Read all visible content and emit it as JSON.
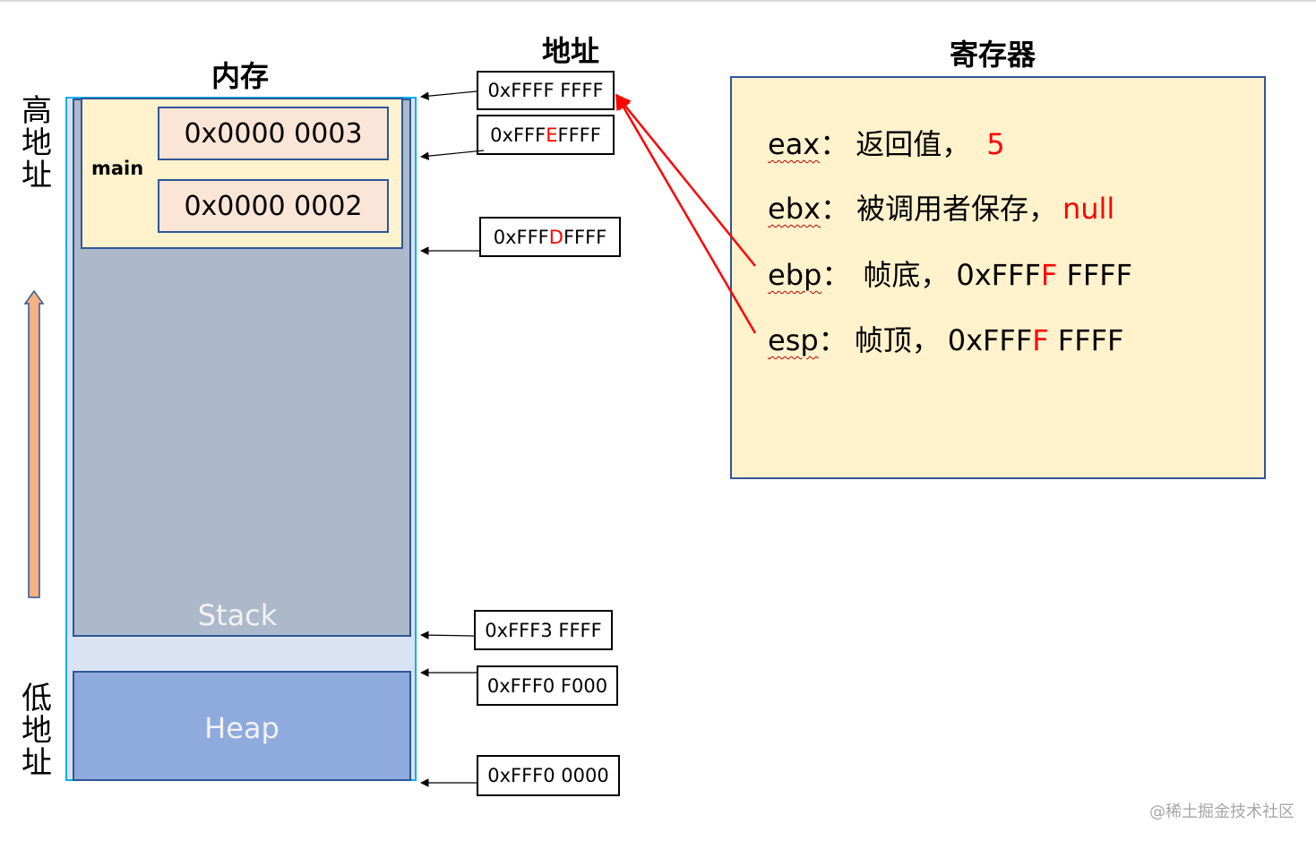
{
  "titles": {
    "memory": "内存",
    "address": "地址",
    "registers": "寄存器"
  },
  "side_labels": {
    "high_address": [
      "高",
      "地",
      "址"
    ],
    "low_address": [
      "低",
      "地",
      "址"
    ]
  },
  "memory": {
    "main_label": "main",
    "cells": [
      "0x0000 0003",
      "0x0000 0002"
    ],
    "stack_label": "Stack",
    "heap_label": "Heap"
  },
  "addresses": [
    {
      "pre": "0xFFFF FFFF",
      "hl": "",
      "post": ""
    },
    {
      "pre": "0xFFF",
      "hl": "E",
      "post": " FFFF"
    },
    {
      "pre": "0xFFF",
      "hl": "D",
      "post": " FFFF"
    },
    {
      "pre": "0xFFF3 FFFF",
      "hl": "",
      "post": ""
    },
    {
      "pre": "0xFFF0 F000",
      "hl": "",
      "post": ""
    },
    {
      "pre": "0xFFF0 0000",
      "hl": "",
      "post": ""
    }
  ],
  "registers": [
    {
      "name": "eax",
      "sep": "：",
      "desc": "返回值，",
      "value_pre": "",
      "value_hl": "5",
      "value_post": ""
    },
    {
      "name": "ebx",
      "sep": "：",
      "desc": "被调用者保存，",
      "value_pre": "",
      "value_hl": "null",
      "value_post": ""
    },
    {
      "name": "ebp",
      "sep": "：",
      "desc": "帧底，",
      "value_pre": "0xFFF",
      "value_hl": "F",
      "value_post": " FFFF"
    },
    {
      "name": "esp",
      "sep": "：",
      "desc": "帧顶，",
      "value_pre": "0xFFF",
      "value_hl": "F",
      "value_post": " FFFF"
    }
  ],
  "watermark": "@稀土掘金技术社区",
  "colors": {
    "highlight": "#ff0000",
    "stack_fill": "#adb9ca",
    "heap_fill": "#8faadc",
    "frame_fill": "#fff2cc",
    "cell_fill": "#fbe5d6",
    "memory_fill": "#dae3f3",
    "up_arrow": "#f4b183"
  }
}
